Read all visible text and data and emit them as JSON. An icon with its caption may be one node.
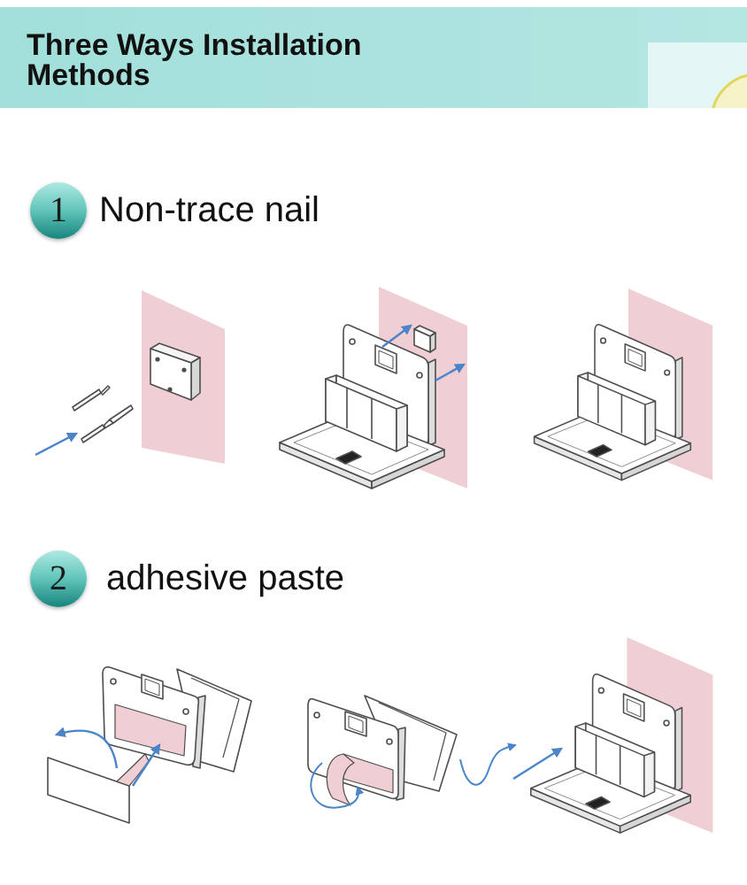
{
  "diagram": {
    "title": "Three Ways Installation Methods",
    "nodes": [
      {
        "text": [
          "1"
        ],
        "beside": [
          "Non-trace nail"
        ]
      },
      {
        "text": [
          "2"
        ],
        "beside": [
          "adhesive paste"
        ]
      }
    ]
  }
}
